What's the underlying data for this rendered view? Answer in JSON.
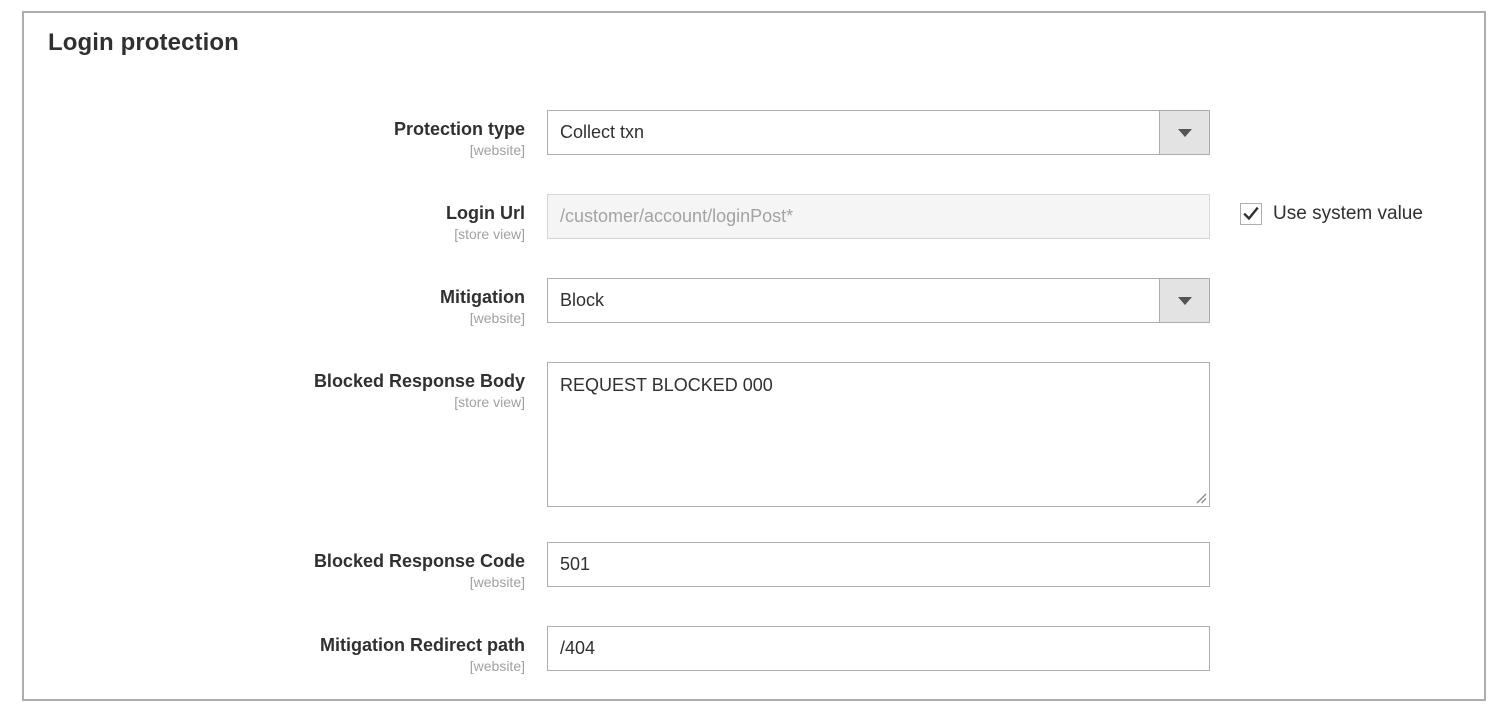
{
  "panel": {
    "title": "Login protection"
  },
  "fields": [
    {
      "label": "Protection type",
      "scope": "[website]",
      "type": "select",
      "value": "Collect txn",
      "icon": "chevron-down-icon"
    },
    {
      "label": "Login Url",
      "scope": "[store view]",
      "type": "text",
      "value": "/customer/account/loginPost*",
      "disabled": true,
      "use_system_value": {
        "label": "Use system value",
        "checked": true
      }
    },
    {
      "label": "Mitigation",
      "scope": "[website]",
      "type": "select",
      "value": "Block",
      "icon": "chevron-down-icon"
    },
    {
      "label": "Blocked Response Body",
      "scope": "[store view]",
      "type": "textarea",
      "value": "REQUEST BLOCKED 000"
    },
    {
      "label": "Blocked Response Code",
      "scope": "[website]",
      "type": "text",
      "value": "501"
    },
    {
      "label": "Mitigation Redirect path",
      "scope": "[website]",
      "type": "text",
      "value": "/404"
    }
  ],
  "colors": {
    "panel_border": "#adadad",
    "text": "#303030",
    "scope_text": "#a0a0a0",
    "disabled_bg": "#f5f5f5",
    "disabled_text": "#a3a3a3",
    "select_button_bg": "#e3e3e3"
  }
}
